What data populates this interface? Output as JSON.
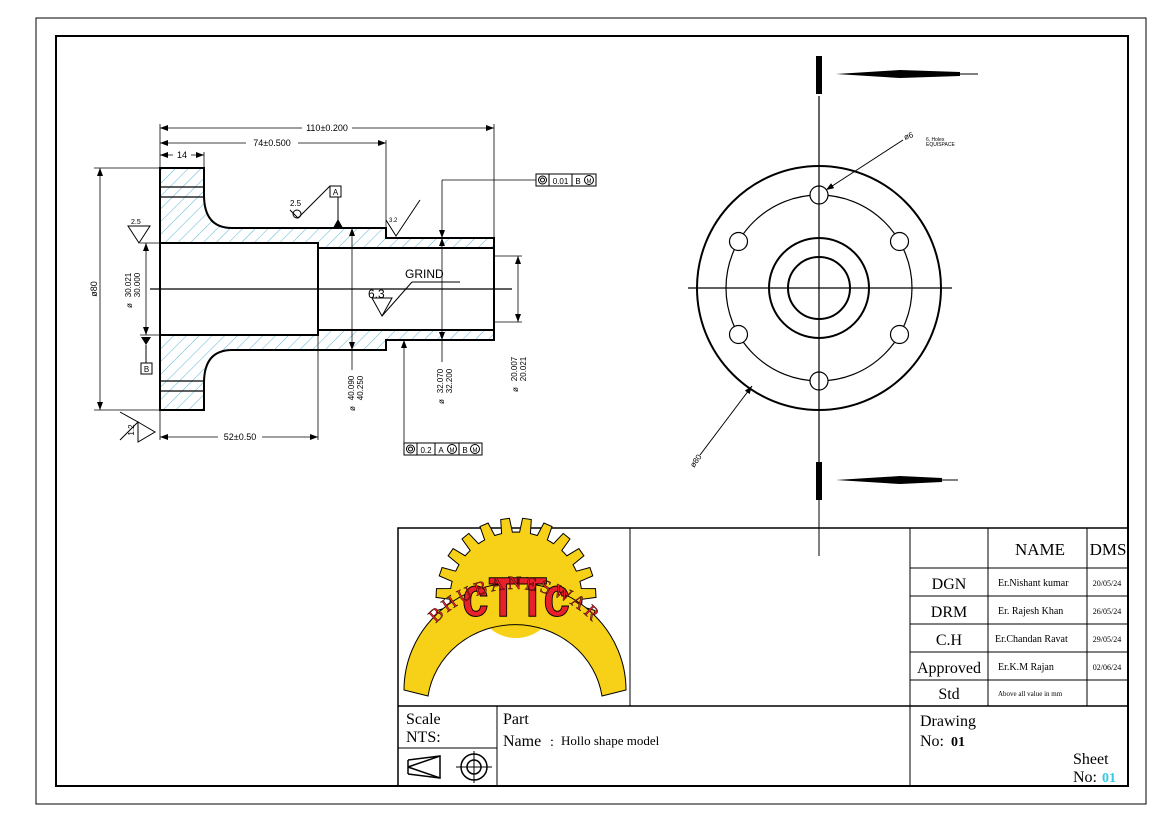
{
  "part_view": {
    "dim_overall_length": "110±0.200",
    "dim_step_length": "74±0.500",
    "dim_flange_width": "14",
    "dim_bore_length": "52±0.50",
    "dim_flange_dia": "ø80",
    "dim_bore_dia_a": "30.021",
    "dim_bore_dia_b": "30.000",
    "dim_mid_dia_a": "40.090",
    "dim_mid_dia_b": "40.250",
    "dim_step_dia_a": "32.070",
    "dim_step_dia_b": "32.200",
    "dim_end_bore_a": "20.007",
    "dim_end_bore_b": "20.021",
    "dim_dia_sym": "ø",
    "surface_25": "2.5",
    "surface_25b": "2.5",
    "surface_12": "1.2",
    "surface_63": "6.3",
    "surface_32": "3.2",
    "grind_label": "GRIND",
    "datum_a": "A",
    "datum_b": "B",
    "fcf_top_value": "0.01",
    "fcf_top_ref": "B",
    "fcf_top_mod": "M",
    "fcf_bottom_value": "0.2",
    "fcf_bottom_ref1": "A",
    "fcf_bottom_ref2": "B",
    "fcf_mod": "M"
  },
  "end_view": {
    "holes_dia": "ø6",
    "holes_note_line1": "6, Holes",
    "holes_note_line2": "EQUISPACE",
    "outer_dia": "ø80"
  },
  "title_block": {
    "name_header": "NAME",
    "dms_header": "DMS",
    "rows": [
      {
        "role": "DGN",
        "name": "Er.Nishant kumar",
        "date": "20/05/24"
      },
      {
        "role": "DRM",
        "name": "Er. Rajesh Khan",
        "date": "26/05/24"
      },
      {
        "role": "C.H",
        "name": "Er.Chandan Ravat",
        "date": "29/05/24"
      },
      {
        "role": "Approved",
        "name": "Er.K.M Rajan",
        "date": "02/06/24"
      },
      {
        "role": "Std",
        "name": "Above all value in mm",
        "date": ""
      }
    ],
    "scale_label": "Scale",
    "scale_value": "NTS:",
    "part_label": "Part",
    "name_label": "Name",
    "name_sep": ":",
    "part_name": "Hollo shape model",
    "drawing_label": "Drawing",
    "drawing_no_label": "No:",
    "drawing_no": "01",
    "sheet_label": "Sheet",
    "sheet_no_label": "No:",
    "sheet_no": "01"
  },
  "logo": {
    "letters": "cTTc",
    "arc_text": "BHUBANESWAR"
  },
  "colors": {
    "hatch": "#5ab4d8",
    "logo_gear": "#f7d117",
    "logo_text": "#e8202a",
    "sheet_no": "#33c7e8"
  }
}
